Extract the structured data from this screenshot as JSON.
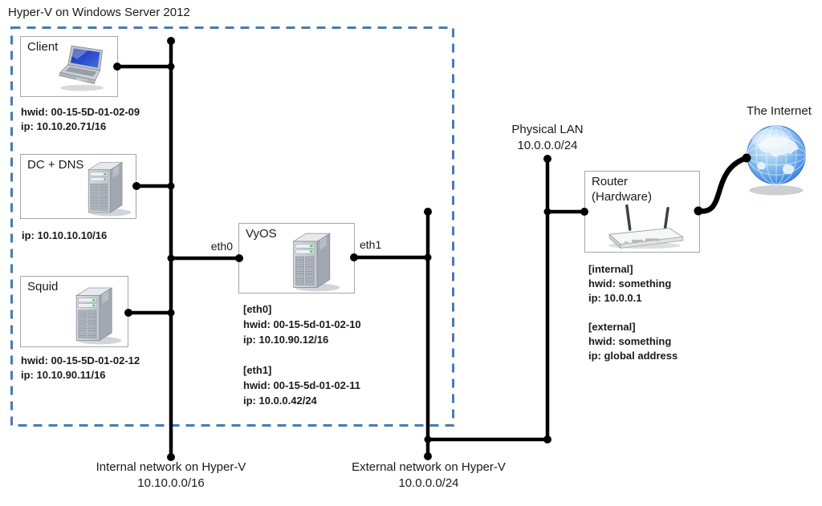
{
  "title": "Hyper-V on Windows Server 2012",
  "nodes": {
    "client": {
      "label": "Client",
      "icon": "laptop-icon",
      "info": [
        "hwid: 00-15-5D-01-02-09",
        "ip: 10.10.20.71/16"
      ]
    },
    "dc_dns": {
      "label": "DC + DNS",
      "icon": "server-icon",
      "info": [
        "ip: 10.10.10.10/16"
      ]
    },
    "squid": {
      "label": "Squid",
      "icon": "server-icon",
      "info": [
        "hwid: 00-15-5D-01-02-12",
        "ip: 10.10.90.11/16"
      ]
    },
    "vyos": {
      "label": "VyOS",
      "icon": "server-icon",
      "info": [
        "[eth0]",
        "hwid: 00-15-5d-01-02-10",
        "ip: 10.10.90.12/16",
        "",
        "[eth1]",
        "hwid: 00-15-5d-01-02-11",
        "ip: 10.0.0.42/24"
      ]
    },
    "router": {
      "label_line1": "Router",
      "label_line2": "(Hardware)",
      "icon": "wireless-router-icon",
      "info": [
        "[internal]",
        "hwid: something",
        "ip: 10.0.0.1",
        "",
        "[external]",
        "hwid: something",
        "ip: global address"
      ]
    },
    "internet": {
      "label": "The Internet",
      "icon": "globe-icon"
    }
  },
  "ports": {
    "eth0": "eth0",
    "eth1": "eth1"
  },
  "labels": {
    "physical_lan": [
      "Physical LAN",
      "10.0.0.0/24"
    ],
    "internal_network": [
      "Internal network on Hyper-V",
      "10.10.0.0/16"
    ],
    "external_network": [
      "External network on Hyper-V",
      "10.0.0.0/24"
    ]
  },
  "colors": {
    "connector": "#000000",
    "hyperv_boundary_dash": "#4a7ab0",
    "node_border": "#a6a6a6",
    "text": "#1a1a1a",
    "globe_blue": "#2270d8",
    "led_green": "#44cc55"
  }
}
